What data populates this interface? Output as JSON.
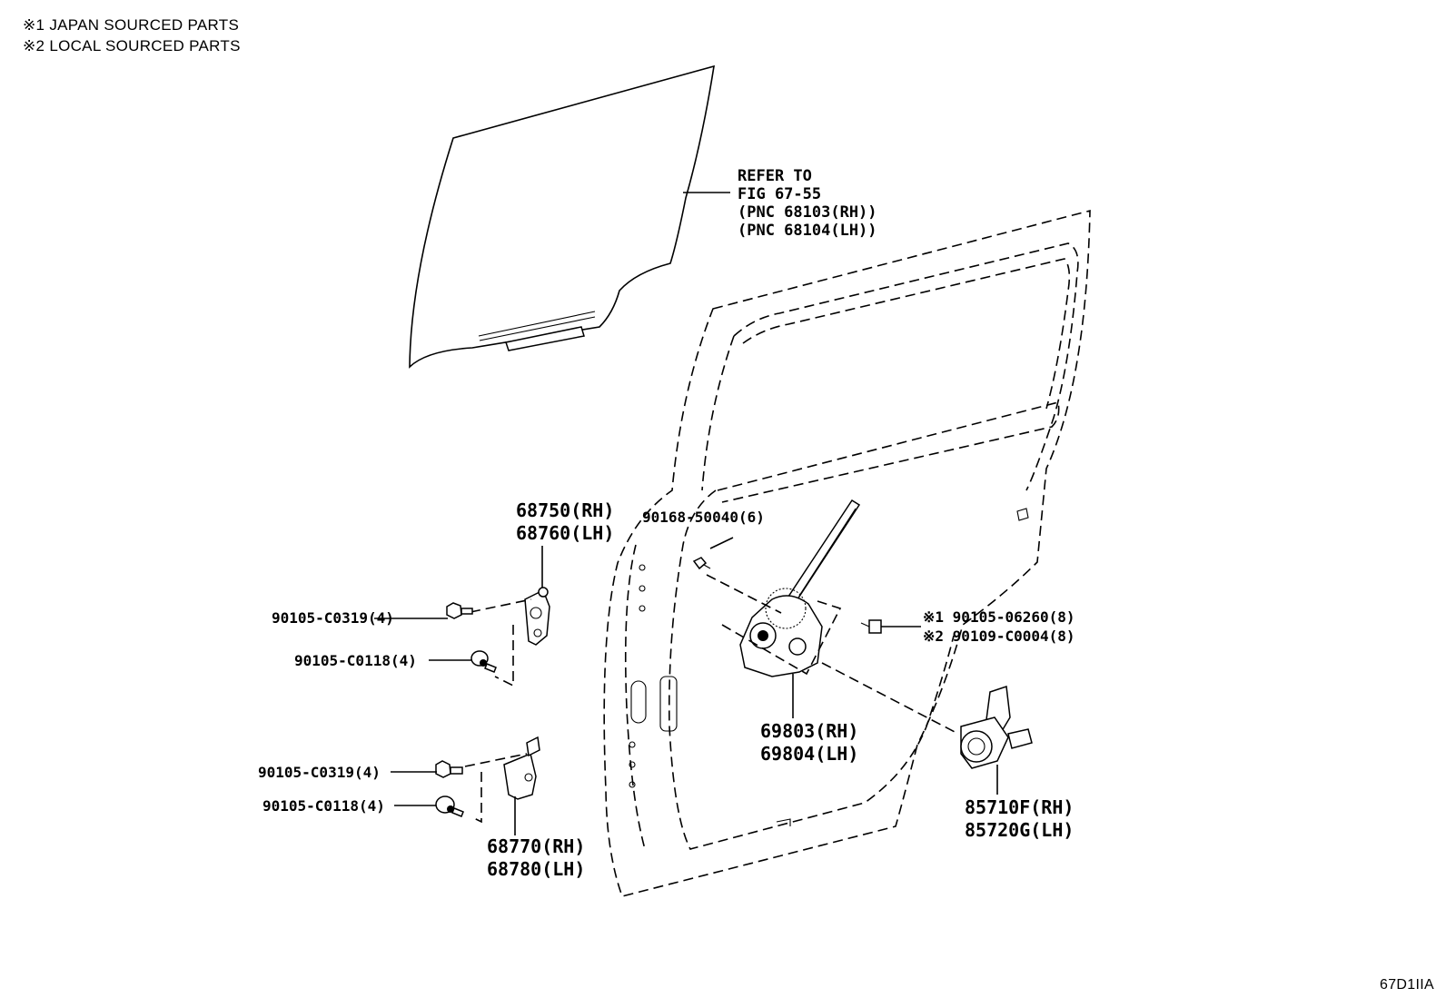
{
  "notes": {
    "note1": "※1 JAPAN SOURCED PARTS",
    "note2": "※2 LOCAL SOURCED PARTS"
  },
  "glass_ref": {
    "line1": "REFER TO",
    "line2": "FIG 67-55",
    "line3": "(PNC 68103(RH))",
    "line4": "(PNC 68104(LH))"
  },
  "labels": {
    "hinge_upper_rh": "68750(RH)",
    "hinge_upper_lh": "68760(LH)",
    "bolt_upper_1": "90105-C0319(4)",
    "bolt_upper_2": "90105-C0118(4)",
    "bolt_lower_1": "90105-C0319(4)",
    "bolt_lower_2": "90105-C0118(4)",
    "hinge_lower_rh": "68770(RH)",
    "hinge_lower_lh": "68780(LH)",
    "screw_regulator": "90168-50040(6)",
    "bolt_japan": "※1 90105-06260(8)",
    "bolt_local": "※2 90109-C0004(8)",
    "regulator_rh": "69803(RH)",
    "regulator_lh": "69804(LH)",
    "motor_rh": "85710F(RH)",
    "motor_lh": "85720G(LH)"
  },
  "figure_code": "67D1IIA"
}
